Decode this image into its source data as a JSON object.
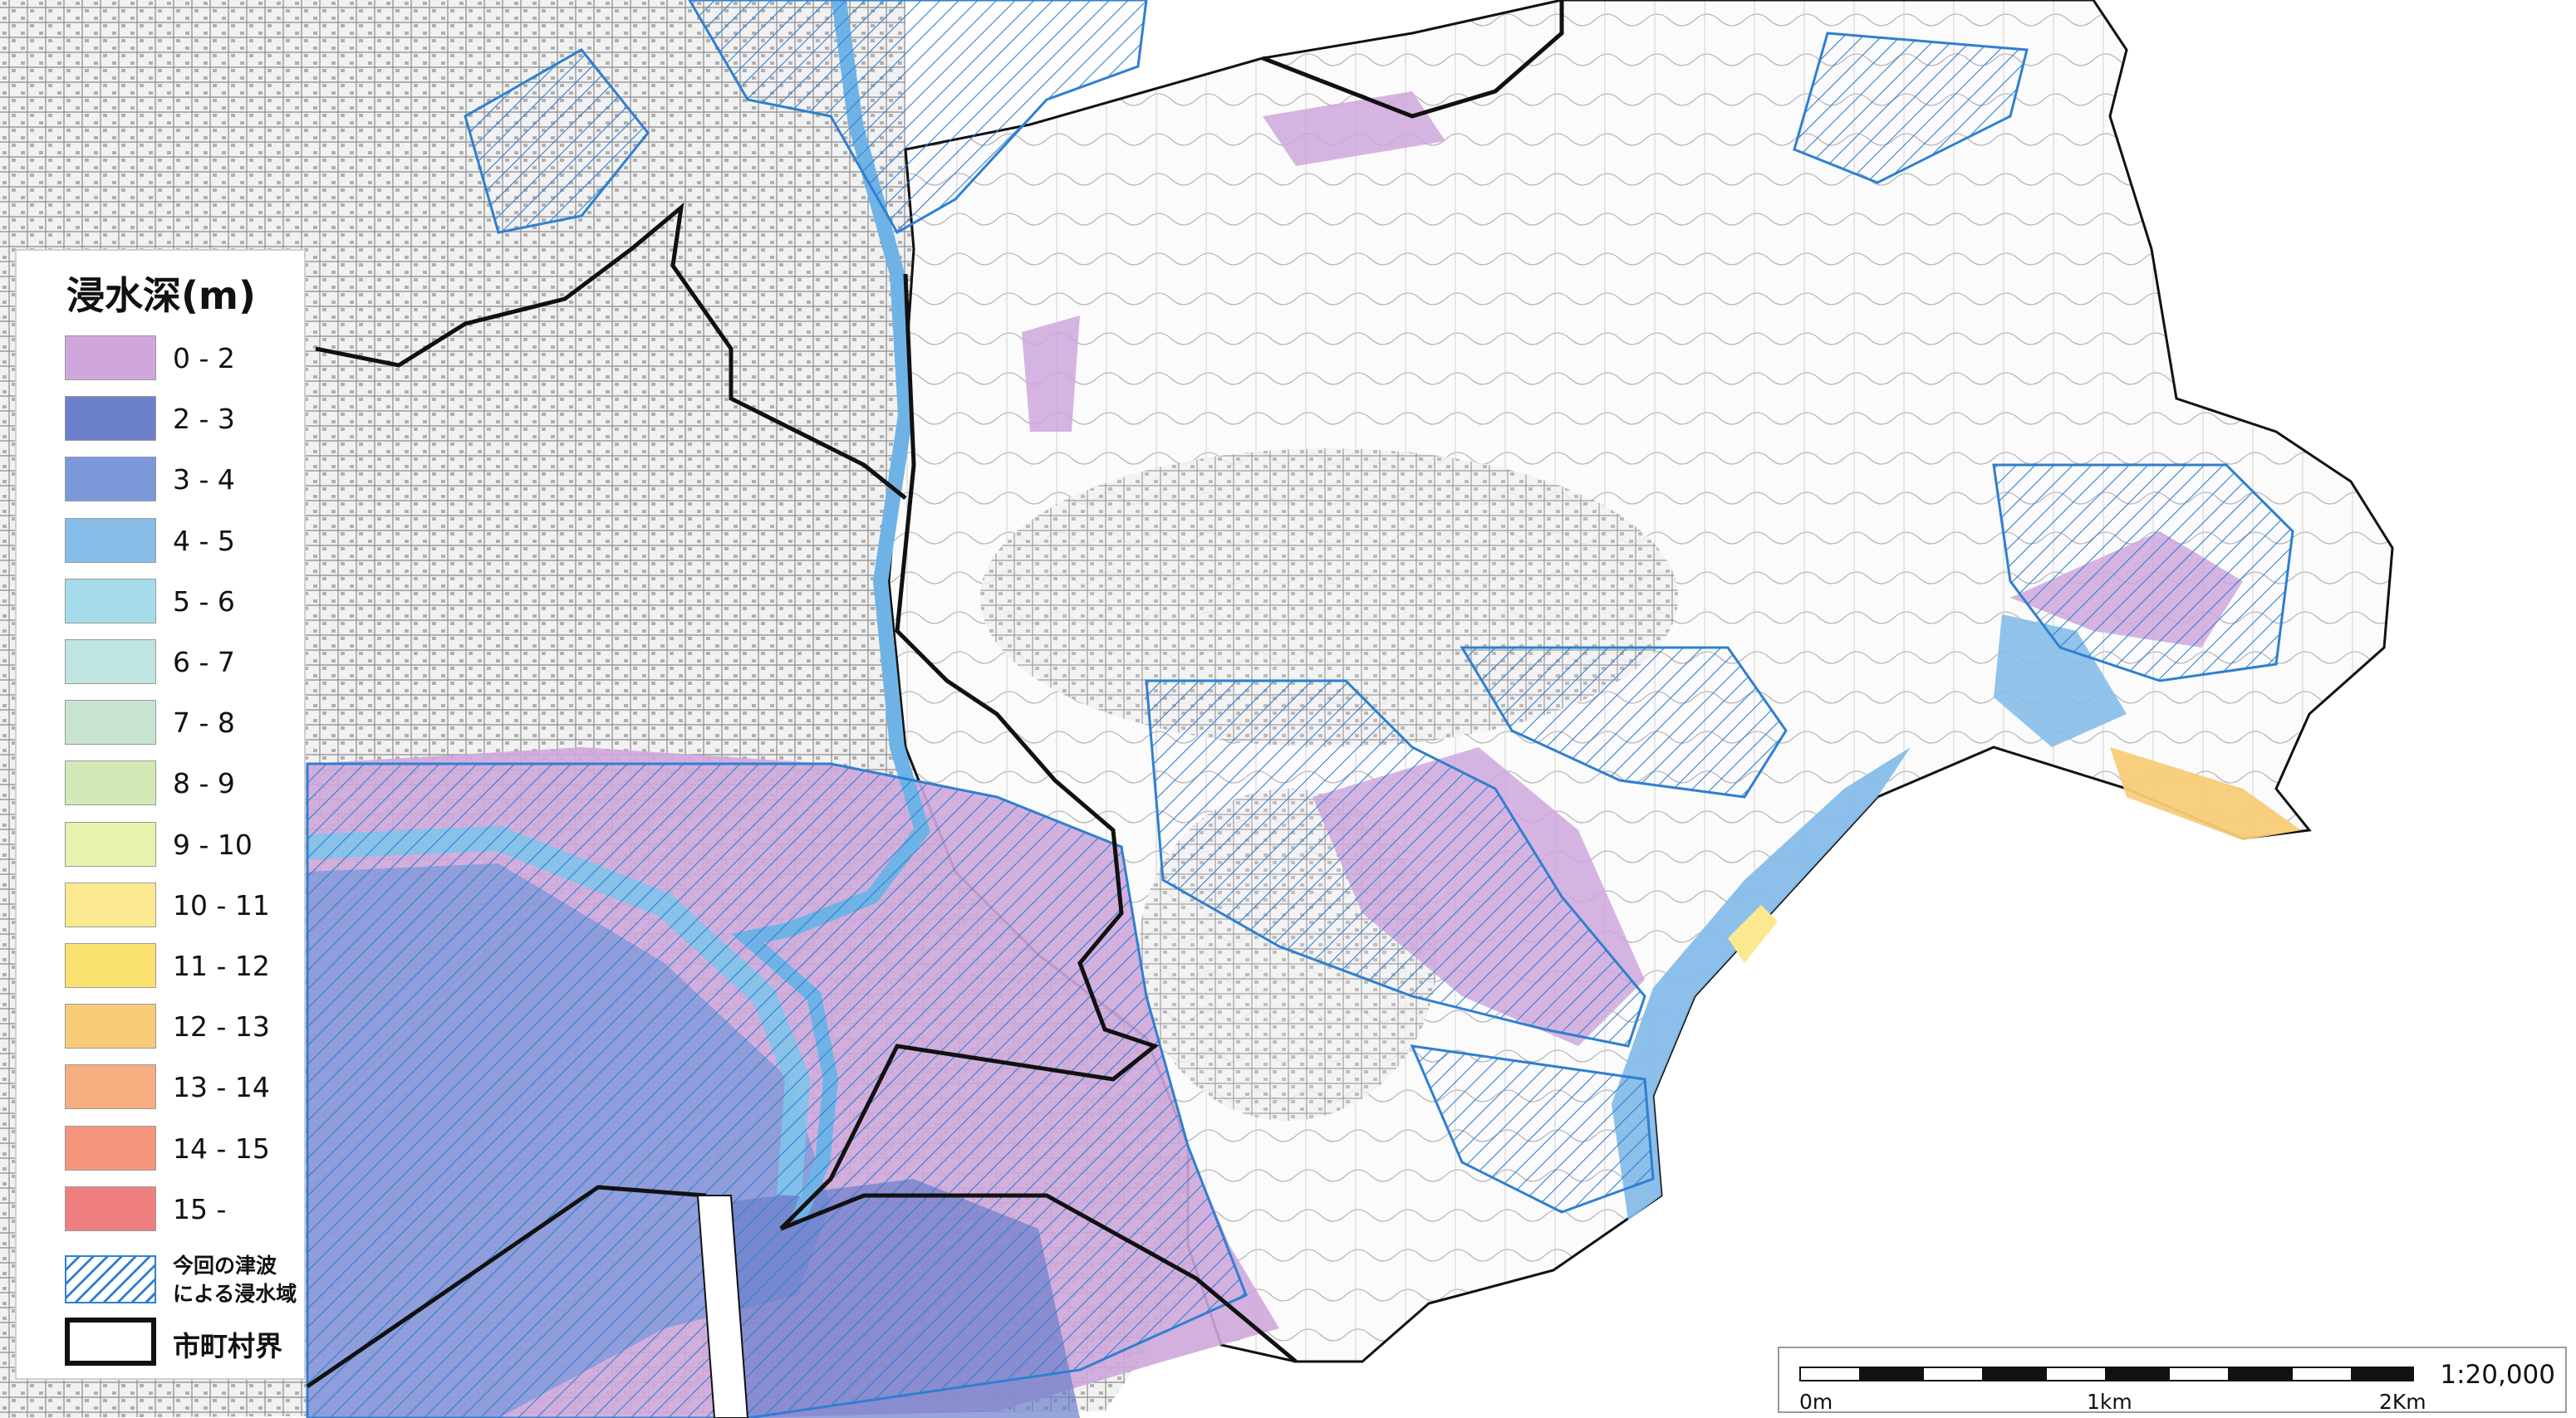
{
  "legend": {
    "title": "浸水深(m)",
    "classes": [
      {
        "label": "0 - 2",
        "color": "#cfa7dc"
      },
      {
        "label": "2 - 3",
        "color": "#6b7fcb"
      },
      {
        "label": "3 - 4",
        "color": "#7a98da"
      },
      {
        "label": "4 - 5",
        "color": "#86bde9"
      },
      {
        "label": "5 - 6",
        "color": "#a6dcea"
      },
      {
        "label": "6 - 7",
        "color": "#bfe4e1"
      },
      {
        "label": "7 - 8",
        "color": "#c8e4d0"
      },
      {
        "label": "8 - 9",
        "color": "#d2e9b6"
      },
      {
        "label": "9 - 10",
        "color": "#e8f1ad"
      },
      {
        "label": "10 - 11",
        "color": "#fbe98f"
      },
      {
        "label": "11 - 12",
        "color": "#fbe16f"
      },
      {
        "label": "12 - 13",
        "color": "#f8cb78"
      },
      {
        "label": "13 - 14",
        "color": "#f6ad7f"
      },
      {
        "label": "14 - 15",
        "color": "#f5957c"
      },
      {
        "label": "15 -",
        "color": "#ef7f7f"
      }
    ],
    "hatch_label_line1": "今回の津波",
    "hatch_label_line2": "による浸水域",
    "hatch_color": "#2f7fd0",
    "boundary_label": "市町村界"
  },
  "scalebar": {
    "label_start": "0m",
    "label_mid": "1km",
    "label_end": "2Km",
    "ratio": "1:20,000"
  }
}
